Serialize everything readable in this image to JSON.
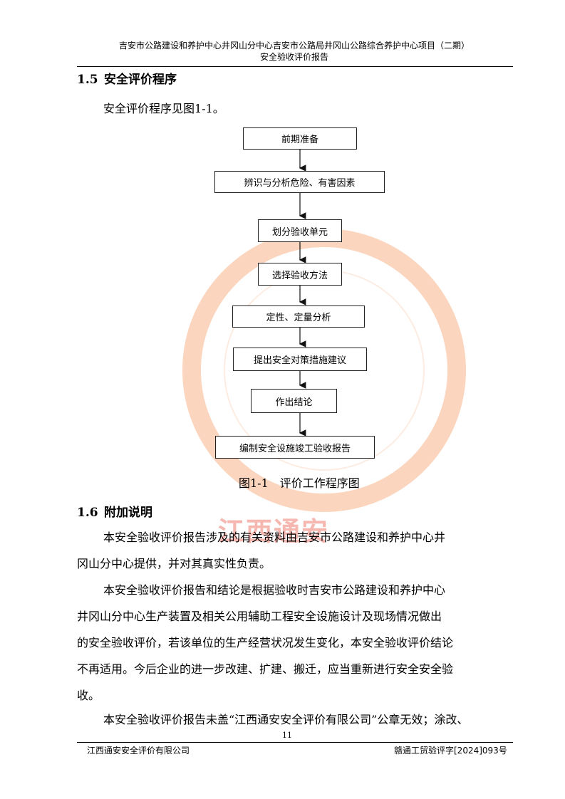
{
  "header": {
    "line1": "吉安市公路建设和养护中心井冈山分中心吉安市公路局井冈山公路综合养护中心项目（二期）",
    "line2": "安全验收评价报告"
  },
  "section15": {
    "number": "1.5",
    "title": "安全评价程序",
    "intro": "安全评价程序见图1-1。"
  },
  "flowchart": {
    "steps": [
      "前期准备",
      "辨识与分析危险、有害因素",
      "划分验收单元",
      "选择验收方法",
      "定性、定量分析",
      "提出安全对策措施建议",
      "作出结论",
      "编制安全设施竣工验收报告"
    ],
    "caption": "图1-1　评价工作程序图"
  },
  "section16": {
    "number": "1.6",
    "title": "附加说明",
    "para1": [
      "本安全验收评价报告涉及的有关资料由吉安市公路建设和养护中心井",
      "冈山分中心提供，并对其真实性负责。"
    ],
    "para2": [
      "本安全验收评价报告和结论是根据验收时吉安市公路建设和养护中心",
      "井冈山分中心生产装置及相关公用辅助工程安全设施设计及现场情况做出",
      "的安全验收评价，若该单位的生产经营状况发生变化，本安全验收评价结论",
      "不再适用。今后企业的进一步改建、扩建、搬迁，应当重新进行安全安全验",
      "收。"
    ],
    "para3": [
      "本安全验收评价报告未盖“江西通安安全评价有限公司”公章无效；涂改、"
    ]
  },
  "stamp": {
    "text": "江西通安"
  },
  "footer": {
    "page": "11",
    "company": "江西通安安全评价有限公司",
    "doc_no": "赣通工贸验评字[2024]093号"
  },
  "colors": {
    "stamp": "#f4a99e",
    "text": "#000000"
  }
}
